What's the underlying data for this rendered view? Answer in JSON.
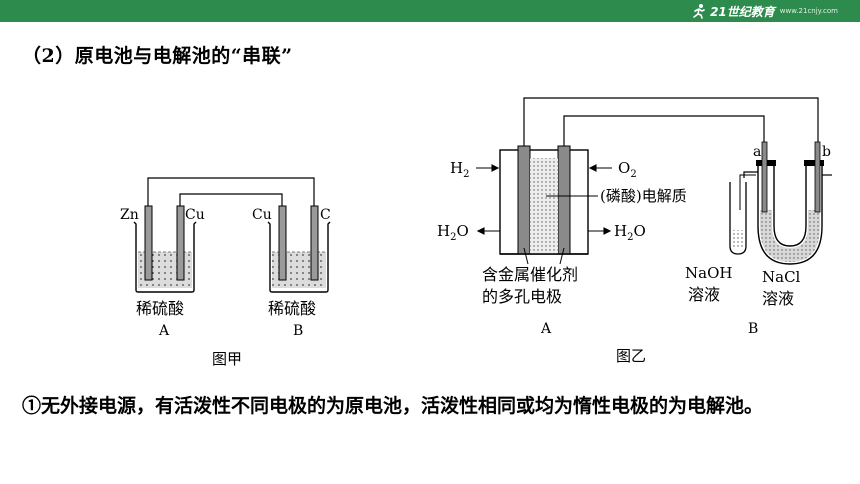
{
  "header": {
    "logo_text": "21世纪教育",
    "logo_sub": "www.21cnjy.com",
    "brand_color": "#2e8b4e"
  },
  "section": {
    "heading": "（2）原电池与电解池的“串联”"
  },
  "figure_jia": {
    "caption": "图甲",
    "cell_a": {
      "left_electrode": "Zn",
      "right_electrode": "Cu",
      "solution": "稀硫酸",
      "label": "A"
    },
    "cell_b": {
      "left_electrode": "Cu",
      "right_electrode": "C",
      "solution": "稀硫酸",
      "label": "B"
    }
  },
  "figure_yi": {
    "caption": "图乙",
    "fuel_cell": {
      "h2_in": "H",
      "h2_sub": "2",
      "o2_in": "O",
      "o2_sub": "2",
      "h2o_left_pre": "H",
      "h2o_left_sub": "2",
      "h2o_left_post": "O",
      "h2o_right_pre": "H",
      "h2o_right_sub": "2",
      "h2o_right_post": "O",
      "electrolyte": "(磷酸)电解质",
      "electrode_line1": "含金属催化剂",
      "electrode_line2": "的多孔电极",
      "label": "A"
    },
    "u_tube": {
      "electrode_a": "a",
      "electrode_b": "b",
      "naoh_line1": "NaOH",
      "naoh_line2": "溶液",
      "nacl_line1": "NaCl",
      "nacl_line2": "溶液",
      "label": "B"
    }
  },
  "content": {
    "text": "①无外接电源，有活泼性不同电极的为原电池，活泼性相同或均为惰性电极的为电解池。"
  }
}
